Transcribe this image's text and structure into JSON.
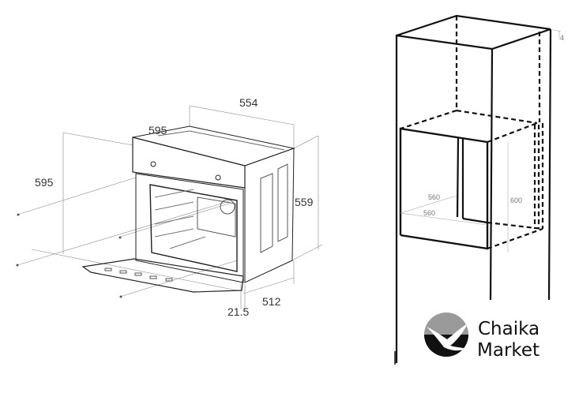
{
  "oven_drawing": {
    "dimensions": {
      "depth_top": "554",
      "width_top": "595",
      "height_front": "595",
      "height_side": "559",
      "depth_body": "512",
      "door_offset": "21.5"
    }
  },
  "cabinet_drawing": {
    "dimensions": {
      "niche_depth": "560",
      "niche_width": "560",
      "niche_height": "600",
      "top_gap": "4"
    }
  },
  "logo": {
    "line1": "Chaika",
    "line2": "Market",
    "circle_color": "#9a9a9a",
    "dark_color": "#111111"
  }
}
